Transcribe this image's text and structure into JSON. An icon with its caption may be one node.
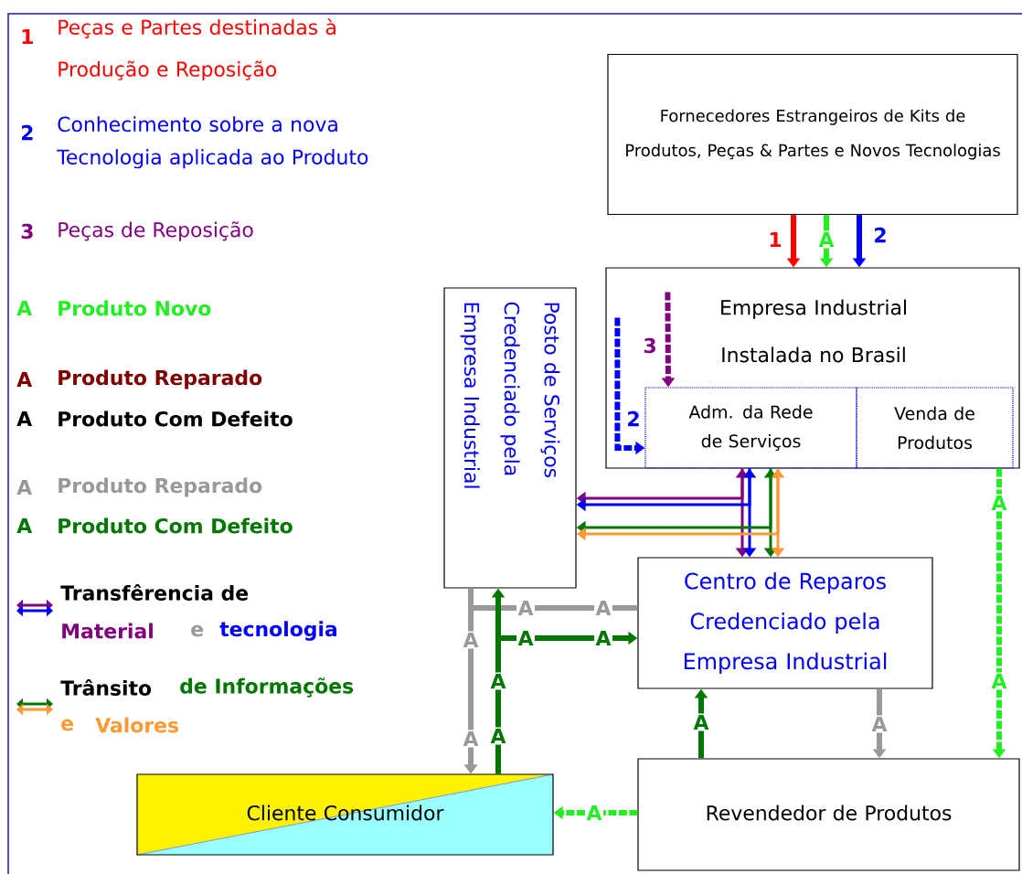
{
  "diagram": {
    "nodes": [
      {
        "text": [
          "Fornecedores Estrangeiros de Kits de Produtos, Peças & Partes e Novos Tecnologias"
        ]
      },
      {
        "text": [
          "Empresa Industrial Instalada no Brasil"
        ]
      },
      {
        "text": [
          "Adm. da Rede de Serviços"
        ],
        "in": 1
      },
      {
        "text": [
          "Venda de Produtos"
        ],
        "in": 1
      },
      {
        "text": [
          "Posto de Serviços Credenciado pela Empresa Industrial"
        ]
      },
      {
        "text": [
          "Centro de Reparos Credenciado pela Empresa Industrial"
        ]
      },
      {
        "text": [
          "Cliente Consumidor"
        ]
      },
      {
        "text": [
          "Revendedor de Produtos"
        ]
      }
    ],
    "edges": [
      {
        "from": 0,
        "to": 1,
        "arrow": "to",
        "label": "1",
        "color": "#ff0000"
      },
      {
        "from": 0,
        "to": 1,
        "arrow": "to",
        "label": "A",
        "color": "#22ee22"
      },
      {
        "from": 0,
        "to": 1,
        "arrow": "to",
        "label": "2",
        "color": "#0000ff"
      },
      {
        "from": 1,
        "to": 2,
        "arrow": "to",
        "label": "3",
        "style": "dashed",
        "color": "#800080"
      },
      {
        "from": 1,
        "to": 2,
        "arrow": "to",
        "label": "2",
        "style": "dashed",
        "color": "#0000ff"
      },
      {
        "from": 2,
        "to": 5,
        "arrow": "both",
        "color": "#800080"
      },
      {
        "from": 2,
        "to": 5,
        "arrow": "both",
        "color": "#0000ff"
      },
      {
        "from": 2,
        "to": 5,
        "arrow": "both",
        "color": "#007700"
      },
      {
        "from": 2,
        "to": 5,
        "arrow": "both",
        "color": "#ff9933"
      },
      {
        "from": 2,
        "to": 4,
        "arrow": "to",
        "color": "#800080"
      },
      {
        "from": 2,
        "to": 4,
        "arrow": "to",
        "color": "#0000ff"
      },
      {
        "from": 2,
        "to": 4,
        "arrow": "to",
        "color": "#007700"
      },
      {
        "from": 2,
        "to": 4,
        "arrow": "to",
        "color": "#ff9933"
      },
      {
        "from": 4,
        "to": 6,
        "arrow": "to",
        "label": "A",
        "color": "#999999"
      },
      {
        "from": 5,
        "to": 6,
        "arrow": "to",
        "label": "A",
        "color": "#999999"
      },
      {
        "from": 6,
        "to": 4,
        "arrow": "to",
        "label": "A",
        "color": "#007700"
      },
      {
        "from": 6,
        "to": 5,
        "arrow": "to",
        "label": "A",
        "color": "#007700"
      },
      {
        "from": 7,
        "to": 5,
        "arrow": "to",
        "label": "A",
        "color": "#007700"
      },
      {
        "from": 5,
        "to": 7,
        "arrow": "to",
        "label": "A",
        "color": "#999999"
      },
      {
        "from": 3,
        "to": 7,
        "arrow": "to",
        "label": "A",
        "style": "dashed",
        "color": "#22ee22"
      },
      {
        "from": 7,
        "to": 6,
        "arrow": "to",
        "label": "A",
        "style": "dashed",
        "color": "#22ee22"
      }
    ],
    "labels": [
      "1",
      "Peças e Partes destinadas à Produção e Reposição",
      "2",
      "Conhecimento sobre a nova Tecnologia aplicada ao Produto",
      "3",
      "Peças de Reposição",
      "A",
      "Produto Novo",
      "A",
      "Produto Reparado",
      "A",
      "Produto Com Defeito",
      "A",
      "Produto Reparado",
      "A",
      "Produto Com Defeito",
      "Transfêrencia de",
      "Material",
      "e",
      "tecnologia",
      "Trânsito",
      "de Informações",
      "e",
      "Valores",
      "A",
      "A",
      "A",
      "A",
      "A"
    ]
  }
}
